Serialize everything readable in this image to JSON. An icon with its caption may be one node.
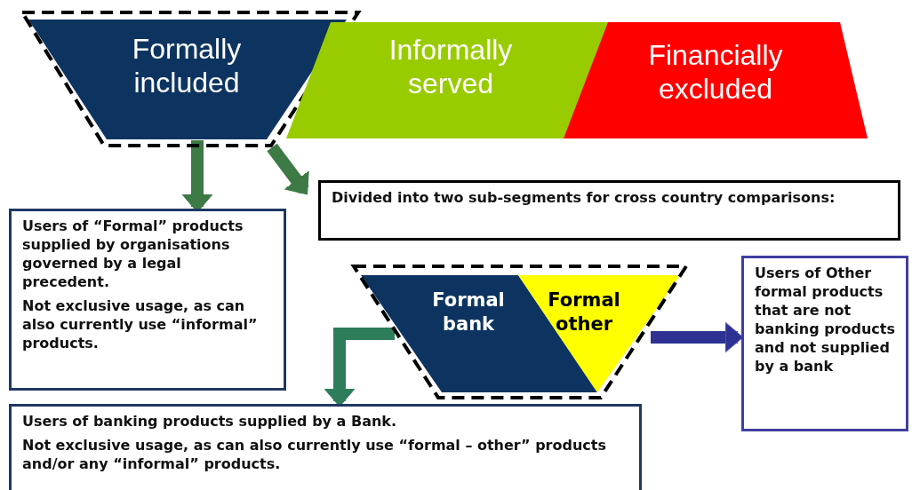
{
  "diagram": {
    "nodes": [
      {
        "text": [
          "Formally included"
        ]
      },
      {
        "text": [
          "Informally served"
        ]
      },
      {
        "text": [
          "Financially excluded"
        ]
      },
      {
        "text": [
          "Users of “Formal” products supplied by organisations governed by a legal precedent.",
          "Not exclusive usage, as can also currently use “informal” products."
        ]
      },
      {
        "text": [
          "Divided into two sub-segments for cross country comparisons:"
        ]
      },
      {
        "text": [
          "Formal bank",
          "Formal other"
        ]
      },
      {
        "text": [
          "Users of Other formal products that are not banking products and not supplied by a bank"
        ]
      },
      {
        "text": [
          "Users of banking products supplied by a Bank.",
          "Not exclusive usage, as can also currently use “formal – other” products and/or any “informal” products."
        ]
      }
    ],
    "edges": [
      {
        "from": 0,
        "to": 3,
        "arrow": "to",
        "color": "#3d7a45"
      },
      {
        "from": 0,
        "to": 4,
        "arrow": "to",
        "color": "#3d7a45"
      },
      {
        "from": 5,
        "to": 7,
        "arrow": "to",
        "color": "#2e7d5a"
      },
      {
        "from": 5,
        "to": 6,
        "arrow": "to",
        "color": "#2e3192"
      }
    ]
  }
}
